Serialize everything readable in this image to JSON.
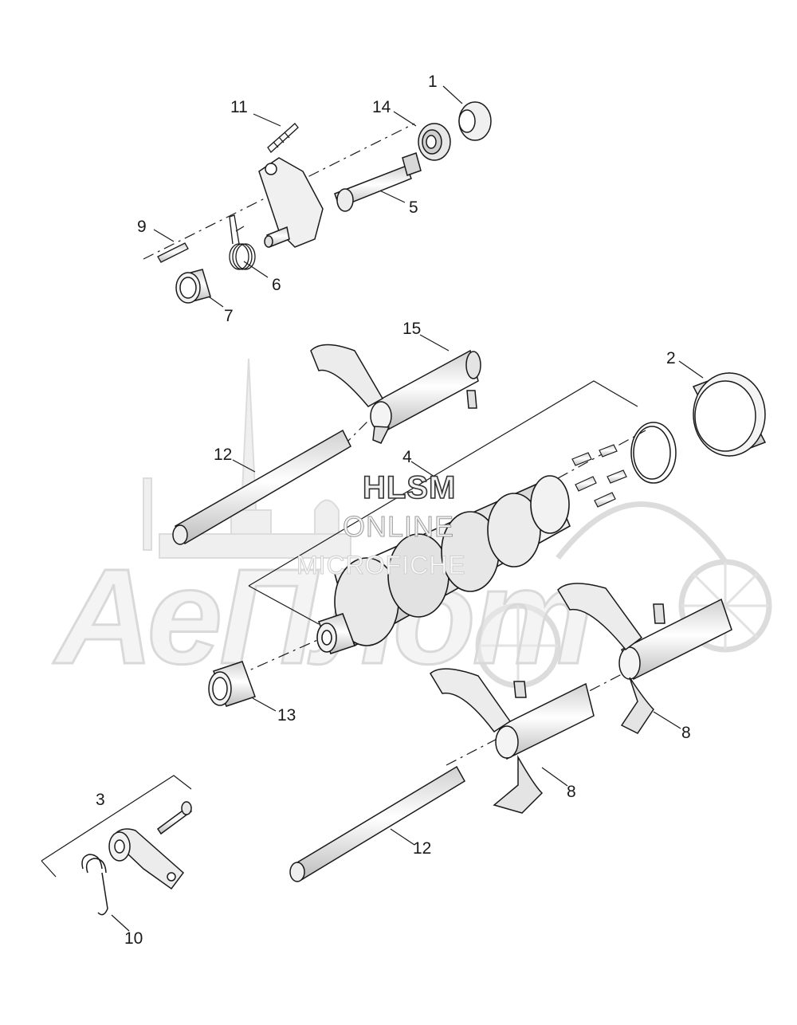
{
  "watermarks": {
    "line1": "HLSM",
    "line2": "ONLINE",
    "line3": "MICROFICHE",
    "brand": "АеПлот"
  },
  "callouts": [
    "1",
    "14",
    "11",
    "5",
    "9",
    "6",
    "7",
    "15",
    "2",
    "12",
    "4",
    "13",
    "8",
    "8",
    "3",
    "12",
    "10"
  ],
  "colors": {
    "ink": "#1a1a1a",
    "part_fill": "#ededed",
    "watermark": "#d9d9d9"
  }
}
